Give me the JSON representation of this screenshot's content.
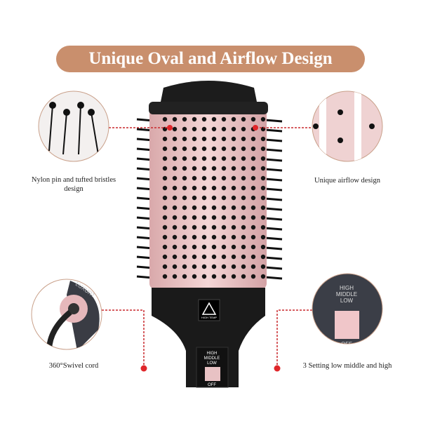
{
  "banner": {
    "title": "Unique Oval and Airflow Design"
  },
  "features": [
    {
      "label": "Nylon pin and tufted bristles design"
    },
    {
      "label": "Unique airflow design"
    },
    {
      "label": "360°Swivel cord"
    },
    {
      "label": "3 Setting low middle and high"
    }
  ],
  "device": {
    "warning_label": "HIGH TEMP",
    "switch_settings": [
      "HIGH",
      "MIDDLE",
      "LOW",
      "OFF"
    ],
    "brand_fragment": "LUXURT"
  },
  "colors": {
    "banner": "#c98f6d",
    "accent_red": "#e0262a",
    "barrel_pink": "#e8bfc0",
    "body_black": "#1a1a1a"
  }
}
